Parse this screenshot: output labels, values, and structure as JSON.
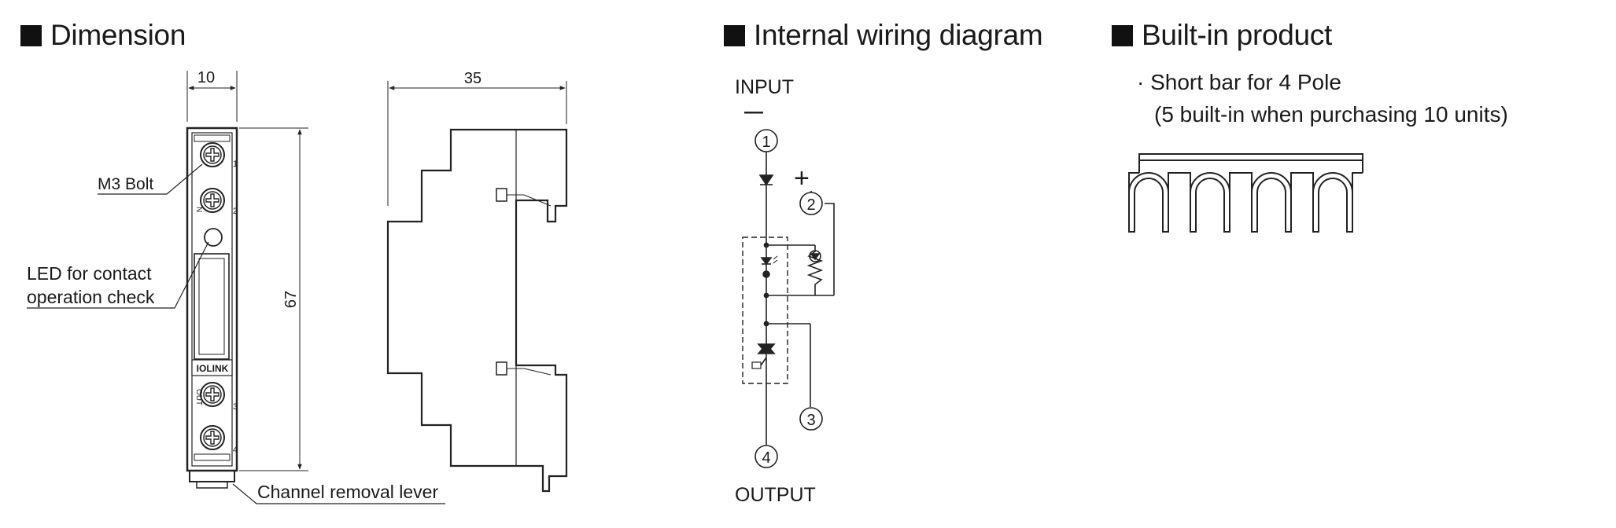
{
  "sections": {
    "dimension": "Dimension",
    "wiring": "Internal wiring diagram",
    "builtin": "Built-in product"
  },
  "dimension": {
    "width_label": "10",
    "depth_label": "35",
    "height_label": "67",
    "bolt_label": "M3 Bolt",
    "led_label_line1": "LED for contact",
    "led_label_line2": "operation check",
    "lever_label": "Channel removal lever",
    "brand": "IOLINK",
    "terminal_numbers": [
      "1",
      "2",
      "3",
      "4"
    ],
    "terminal_codes": [
      "N",
      "OUT"
    ]
  },
  "wiring": {
    "input_label": "INPUT",
    "output_label": "OUTPUT",
    "minus": "—",
    "plus": "+",
    "terminals": [
      "①",
      "②",
      "③",
      "④"
    ]
  },
  "builtin": {
    "line1": "· Short bar for 4 Pole",
    "line2": "(5 built-in when purchasing 10 units)"
  }
}
